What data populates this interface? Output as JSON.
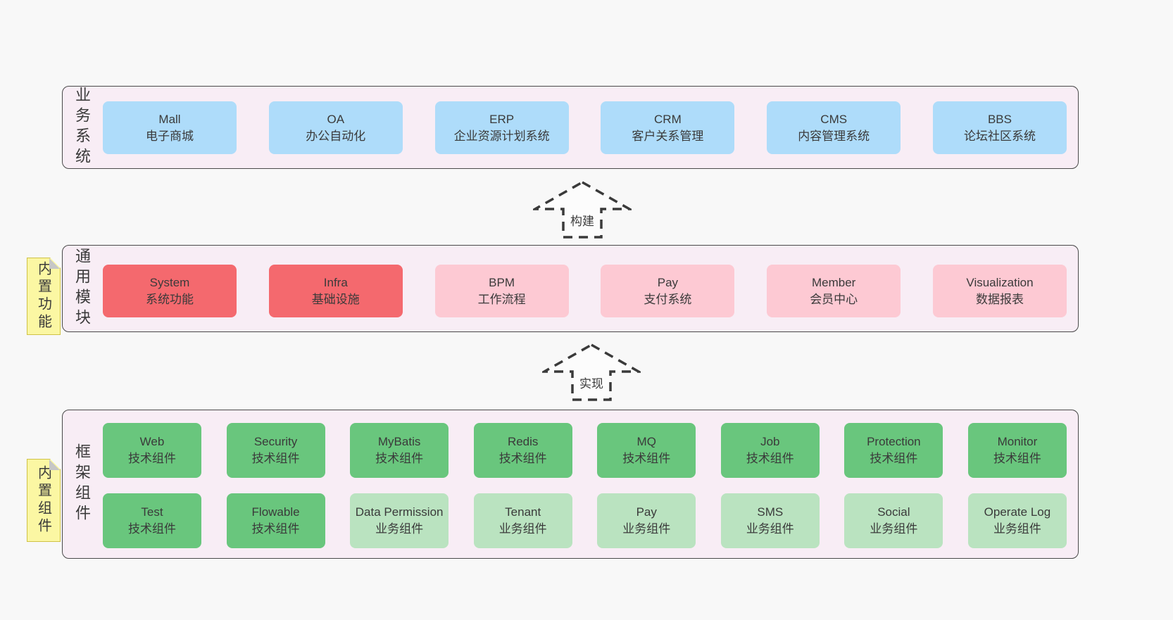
{
  "colors": {
    "page_background": "#f8f8f8",
    "panel_background": "#f8edf5",
    "panel_border": "#4a4a4a",
    "blue_box": "#aedcfa",
    "red_box": "#f4696e",
    "pink_box": "#fdc9d3",
    "green_box": "#69c67d",
    "light_green_box": "#bae3c0",
    "sticky_note": "#fbf7a3",
    "text": "#3a3a3a"
  },
  "layers": {
    "business": {
      "label": "业务系统",
      "boxes": [
        {
          "en": "Mall",
          "zh": "电子商城"
        },
        {
          "en": "OA",
          "zh": "办公自动化"
        },
        {
          "en": "ERP",
          "zh": "企业资源计划系统"
        },
        {
          "en": "CRM",
          "zh": "客户关系管理"
        },
        {
          "en": "CMS",
          "zh": "内容管理系统"
        },
        {
          "en": "BBS",
          "zh": "论坛社区系统"
        }
      ]
    },
    "common": {
      "label": "通用模块",
      "note": "内置功能",
      "boxes": [
        {
          "en": "System",
          "zh": "系统功能"
        },
        {
          "en": "Infra",
          "zh": "基础设施"
        },
        {
          "en": "BPM",
          "zh": "工作流程"
        },
        {
          "en": "Pay",
          "zh": "支付系统"
        },
        {
          "en": "Member",
          "zh": "会员中心"
        },
        {
          "en": "Visualization",
          "zh": "数据报表"
        }
      ]
    },
    "framework": {
      "label": "框架组件",
      "note": "内置组件",
      "row1": [
        {
          "en": "Web",
          "zh": "技术组件"
        },
        {
          "en": "Security",
          "zh": "技术组件"
        },
        {
          "en": "MyBatis",
          "zh": "技术组件"
        },
        {
          "en": "Redis",
          "zh": "技术组件"
        },
        {
          "en": "MQ",
          "zh": "技术组件"
        },
        {
          "en": "Job",
          "zh": "技术组件"
        },
        {
          "en": "Protection",
          "zh": "技术组件"
        },
        {
          "en": "Monitor",
          "zh": "技术组件"
        }
      ],
      "row2": [
        {
          "en": "Test",
          "zh": "技术组件"
        },
        {
          "en": "Flowable",
          "zh": "技术组件"
        },
        {
          "en": "Data Permission",
          "zh": "业务组件"
        },
        {
          "en": "Tenant",
          "zh": "业务组件"
        },
        {
          "en": "Pay",
          "zh": "业务组件"
        },
        {
          "en": "SMS",
          "zh": "业务组件"
        },
        {
          "en": "Social",
          "zh": "业务组件"
        },
        {
          "en": "Operate Log",
          "zh": "业务组件"
        }
      ]
    }
  },
  "arrows": {
    "build": "构建",
    "implement": "实现"
  }
}
